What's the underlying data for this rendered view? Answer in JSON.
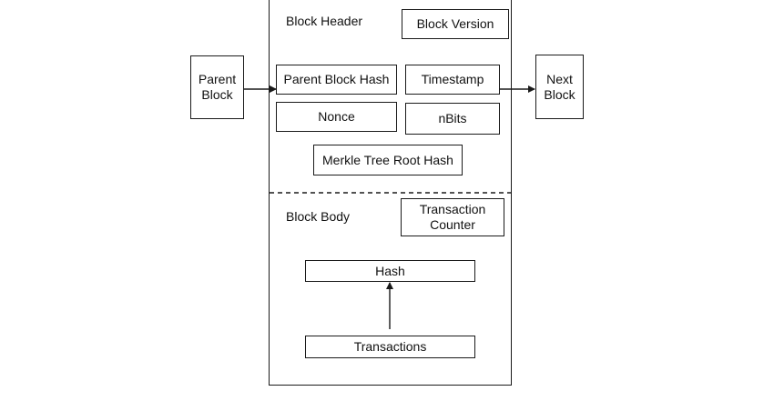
{
  "diagram": {
    "header": {
      "title": "Block Header",
      "version": "Block Version",
      "parent_hash": "Parent Block Hash",
      "timestamp": "Timestamp",
      "nonce": "Nonce",
      "nbits": "nBits",
      "merkle_root": "Merkle Tree Root Hash"
    },
    "body": {
      "title": "Block Body",
      "tx_counter": "Transaction\nCounter",
      "hash": "Hash",
      "transactions": "Transactions"
    },
    "parent_block": "Parent\nBlock",
    "next_block": "Next\nBlock"
  }
}
